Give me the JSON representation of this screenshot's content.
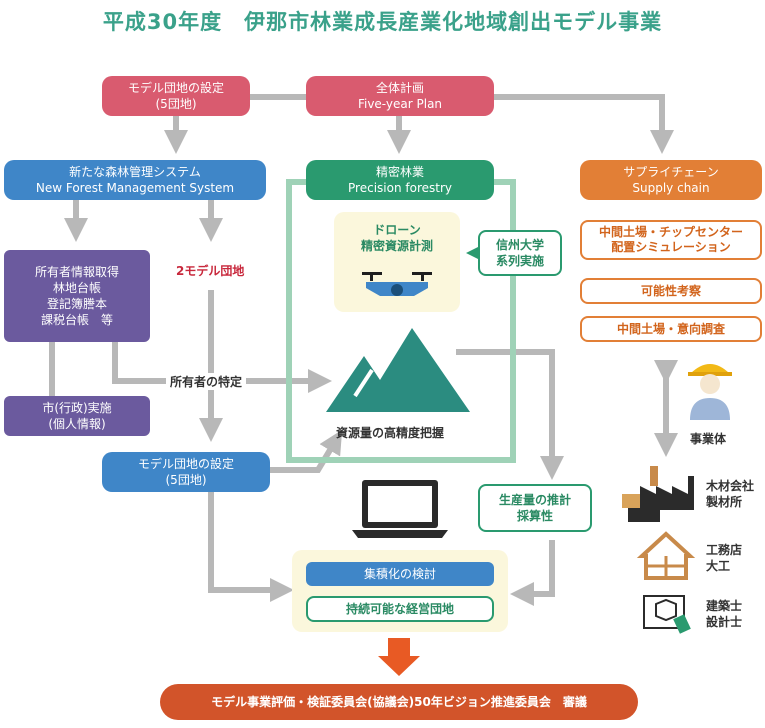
{
  "title": "平成30年度　伊那市林業成長産業化地域創出モデル事業",
  "top": {
    "model_setting": {
      "line1": "モデル団地の設定",
      "line2": "(5団地)"
    },
    "plan": {
      "line1": "全体計画",
      "line2": "Five-year Plan"
    }
  },
  "left": {
    "header": {
      "line1": "新たな森林管理システム",
      "line2": "New Forest Management System"
    },
    "owner_info": {
      "lines": [
        "所有者情報取得",
        "林地台帳",
        "登記簿謄本",
        "課税台帳　等"
      ]
    },
    "city": {
      "line1": "市(行政)実施",
      "line2": "(個人情報)"
    },
    "two_model": "2モデル団地",
    "owner_identify": "所有者の特定",
    "model_setting2": {
      "line1": "モデル団地の設定",
      "line2": "(5団地)"
    }
  },
  "center": {
    "header": {
      "line1": "精密林業",
      "line2": "Precision forestry"
    },
    "drone": {
      "line1": "ドローン",
      "line2": "精密資源計測"
    },
    "univ": {
      "line1": "信州大学",
      "line2": "系列実施"
    },
    "resource": "資源量の高精度把握",
    "estimate": {
      "line1": "生産量の推計",
      "line2": "採算性"
    },
    "consolidation": "集積化の検討",
    "sustainable": "持続可能な経営団地"
  },
  "right": {
    "header": {
      "line1": "サプライチェーン",
      "line2": "Supply chain"
    },
    "sim": {
      "line1": "中間土場・チップセンター",
      "line2": "配置シミュレーション"
    },
    "feasibility": "可能性考察",
    "survey": "中間土場・意向調査",
    "business": "事業体",
    "lumber": {
      "line1": "木材会社",
      "line2": "製材所"
    },
    "builder": {
      "line1": "工務店",
      "line2": "大工"
    },
    "architect": {
      "line1": "建築士",
      "line2": "設計士"
    }
  },
  "bottom": "モデル事業評価・検証委員会(協議会)50年ビジョン推進委員会　審議",
  "colors": {
    "title": "#3aa18a",
    "pink": "#d95b6f",
    "blue": "#3f86c8",
    "purple": "#6b5a9e",
    "green": "#2a9a6f",
    "orange": "#e27f36",
    "bottom": "#d2542a",
    "arrow": "#b8b8b8"
  }
}
